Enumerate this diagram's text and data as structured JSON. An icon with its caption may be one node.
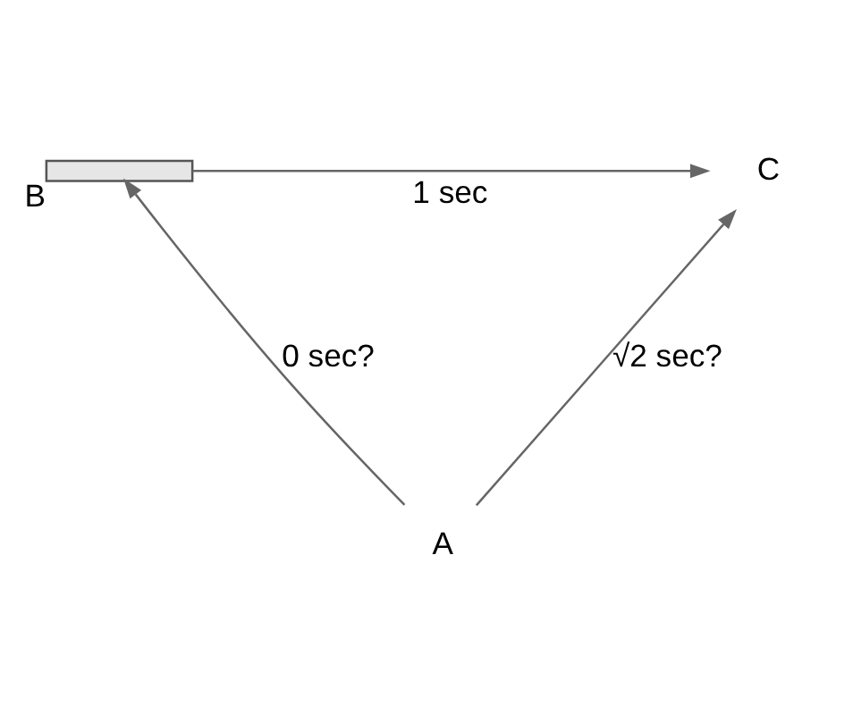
{
  "diagram": {
    "nodes": [
      {
        "text": [
          "A"
        ]
      },
      {
        "text": [],
        "shape": "bar",
        "beside": [
          "B"
        ]
      },
      {
        "text": [
          "C"
        ]
      }
    ],
    "edges": [
      {
        "from": 0,
        "to": 1,
        "arrow": "to",
        "label": "0 sec?"
      },
      {
        "from": 1,
        "to": 2,
        "arrow": "to",
        "label": "1 sec"
      },
      {
        "from": 0,
        "to": 2,
        "arrow": "to",
        "label": "√2 sec?"
      }
    ]
  }
}
